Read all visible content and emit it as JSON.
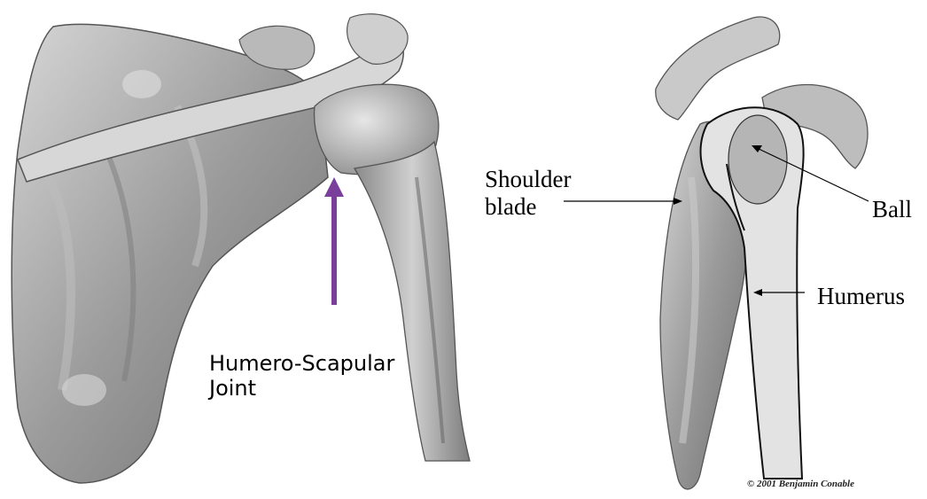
{
  "left_figure": {
    "joint_label_line1": "Humero-Scapular",
    "joint_label_line2": "Joint",
    "arrow_color": "#7a3f9a"
  },
  "right_figure": {
    "shoulder_label_line1": "Shoulder",
    "shoulder_label_line2": "blade",
    "ball_label": "Ball",
    "humerus_label": "Humerus",
    "humerus_fill": "#e3e3e3"
  },
  "credit": "© 2001 Benjamin Conable"
}
